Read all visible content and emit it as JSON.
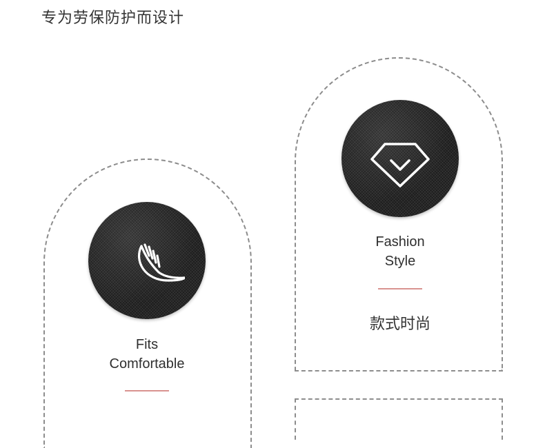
{
  "header": {
    "title": "专为劳保防护而设计"
  },
  "features": [
    {
      "icon": "feather-icon",
      "title_line1": "Fits",
      "title_line2": "Comfortable",
      "title_cn": ""
    },
    {
      "icon": "diamond-icon",
      "title_line1": "Fashion",
      "title_line2": "Style",
      "title_cn": "款式时尚"
    }
  ],
  "colors": {
    "badge": "#1d1d1d",
    "divider": "#d9928f",
    "border": "#8c8c8c",
    "text": "#333333"
  }
}
